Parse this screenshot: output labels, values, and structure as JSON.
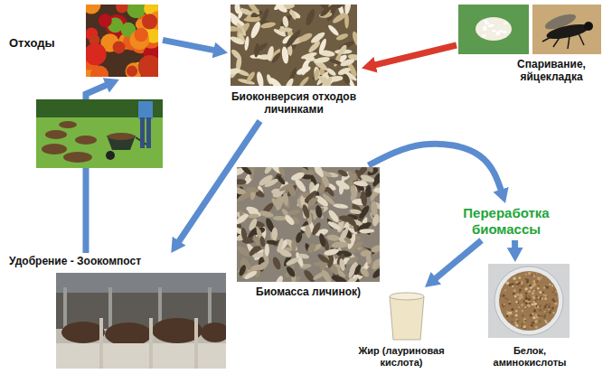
{
  "diagram": {
    "nodes": [
      {
        "text": [
          "Отходы"
        ]
      },
      {
        "text": [
          "Биоконверсия отходов личинками"
        ]
      },
      {
        "text": [
          "Спаривание, яйцекладка"
        ]
      },
      {
        "text": [
          "Удобрение - Зоокомпост"
        ]
      },
      {
        "text": [
          "Биомасса личинок)"
        ]
      },
      {
        "text": [
          "Переработка биомассы"
        ]
      },
      {
        "text": [
          "Жир (лауриновая кислота)"
        ]
      },
      {
        "text": [
          "Белок, аминокислоты"
        ]
      }
    ],
    "edges": [
      {
        "from": 0,
        "to": 1,
        "arrow": "to"
      },
      {
        "from": 2,
        "to": 1,
        "arrow": "to"
      },
      {
        "from": 1,
        "to": 3,
        "arrow": "to"
      },
      {
        "from": 3,
        "to": 0,
        "arrow": "to"
      },
      {
        "from": 4,
        "to": 5,
        "arrow": "to"
      },
      {
        "from": 5,
        "to": 6,
        "arrow": "to"
      },
      {
        "from": 5,
        "to": 7,
        "arrow": "to"
      }
    ]
  }
}
